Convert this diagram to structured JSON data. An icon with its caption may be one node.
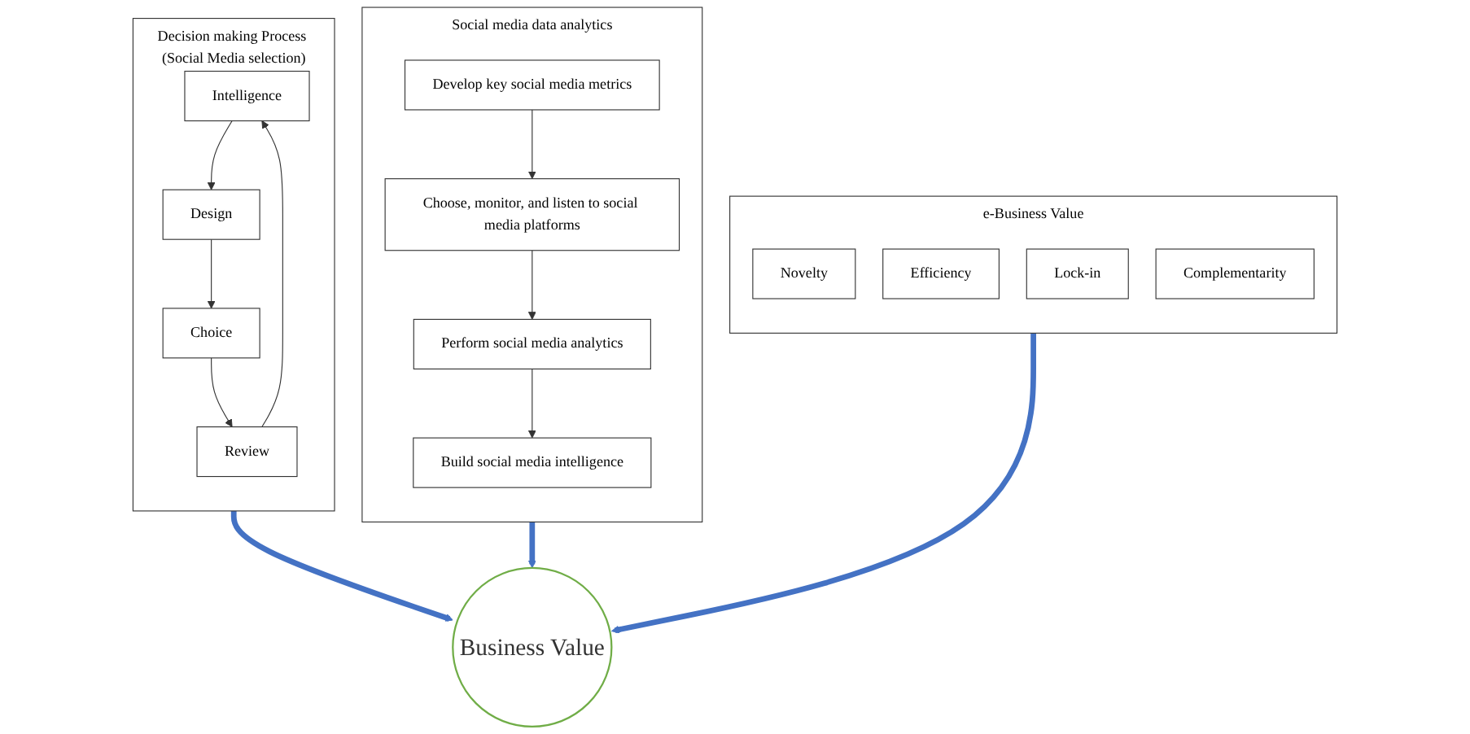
{
  "diagram": {
    "nodes": [
      {
        "text": [
          "Decision making Process (Social Media selection)"
        ]
      },
      {
        "text": [
          "Intelligence"
        ],
        "in": 0
      },
      {
        "text": [
          "Design"
        ],
        "in": 0
      },
      {
        "text": [
          "Choice"
        ],
        "in": 0
      },
      {
        "text": [
          "Review"
        ],
        "in": 0
      },
      {
        "text": [
          "Business Value"
        ]
      },
      {
        "text": [
          "Social media data analytics"
        ]
      },
      {
        "text": [
          "Develop key social media metrics"
        ],
        "in": 6
      },
      {
        "text": [
          "Choose, monitor, and listen to social media platforms"
        ],
        "in": 6
      },
      {
        "text": [
          "Perform social media analytics"
        ],
        "in": 6
      },
      {
        "text": [
          "Build social media intelligence"
        ],
        "in": 6
      },
      {
        "text": [
          "e-Business Value"
        ]
      },
      {
        "text": [
          "Novelty"
        ],
        "in": 11
      },
      {
        "text": [
          "Efficiency"
        ],
        "in": 11
      },
      {
        "text": [
          "Lock-in"
        ],
        "in": 11
      },
      {
        "text": [
          "Complementarity"
        ],
        "in": 11
      }
    ],
    "edges": [
      {
        "from": 1,
        "to": 2,
        "arrow": "to"
      },
      {
        "from": 2,
        "to": 3,
        "arrow": "to"
      },
      {
        "from": 3,
        "to": 4,
        "arrow": "to"
      },
      {
        "from": 4,
        "to": 1,
        "arrow": "to"
      },
      {
        "from": 0,
        "to": 5,
        "arrow": "to",
        "style": "thick",
        "color": "#4472c4"
      },
      {
        "from": 6,
        "to": 5,
        "arrow": "to",
        "style": "thick",
        "color": "#4472c4"
      },
      {
        "from": 11,
        "to": 5,
        "arrow": "to",
        "style": "thick",
        "color": "#4472c4"
      },
      {
        "from": 7,
        "to": 8,
        "arrow": "to"
      },
      {
        "from": 8,
        "to": 9,
        "arrow": "to"
      },
      {
        "from": 9,
        "to": 10,
        "arrow": "to"
      }
    ]
  }
}
